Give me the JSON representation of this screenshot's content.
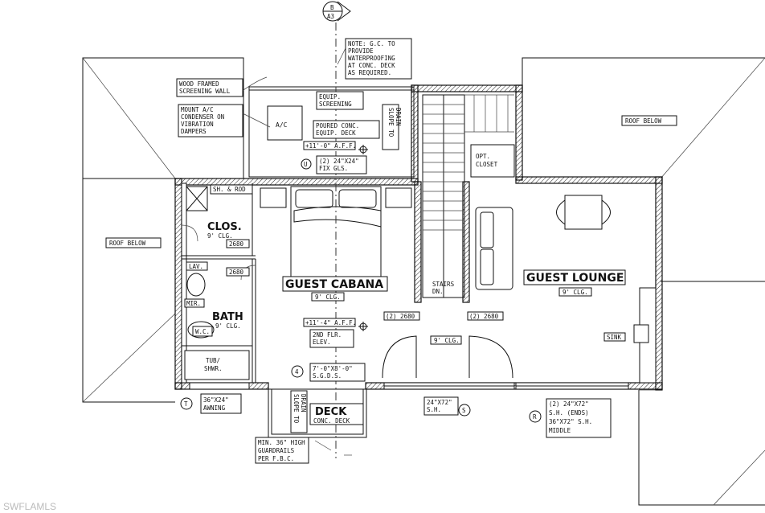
{
  "watermark": "SWFLAMLS",
  "section_marker": {
    "top": "B",
    "bottom": "A3"
  },
  "rooms": {
    "guest_cabana": "GUEST CABANA",
    "guest_cabana_ceiling": "9' CLG.",
    "clos": "CLOS.",
    "clos_ceiling": "9' CLG.",
    "bath": "BATH",
    "bath_ceiling": "9' CLG.",
    "guest_lounge": "GUEST LOUNGE",
    "guest_lounge_ceiling": "9' CLG.",
    "deck": "DECK",
    "deck_sub": "CONC. DECK",
    "stair_ceiling": "9' CLG."
  },
  "notes": {
    "waterproofing": [
      "NOTE: G.C. TO",
      "PROVIDE",
      "WATERPROOFING",
      "AT CONC. DECK",
      "AS REQUIRED."
    ],
    "screening_wall": [
      "WOOD FRAMED",
      "SCREENING WALL"
    ],
    "condenser": [
      "MOUNT A/C",
      "CONDENSER ON",
      "VIBRATION",
      "DAMPERS"
    ],
    "equip_screening": [
      "EQUIP.",
      "SCREENING"
    ],
    "equip_deck": [
      "POURED CONC.",
      "EQUIP. DECK"
    ],
    "slope_top": [
      "SLOPE TO",
      "DRAIN"
    ],
    "aff_top": "+11'-0\" A.F.F.",
    "fix_glass": [
      "(2) 24\"X24\"",
      "FIX GLS."
    ],
    "roof_below_left": "ROOF BELOW",
    "roof_below_right": "ROOF BELOW",
    "opt_closet": [
      "OPT.",
      "CLOSET"
    ],
    "sh_rod": "SH. & ROD",
    "lav": "LAV.",
    "mir": "MIR.",
    "wc": "W.C.",
    "tub": [
      "TUB/",
      "SHWR."
    ],
    "stairs_dn": [
      "STAIRS",
      "DN."
    ],
    "aff_mid": "+11'-4\" A.F.F.",
    "elev": [
      "2ND FLR.",
      "ELEV."
    ],
    "sgds": "7'-0\"X8'-0\"",
    "sgds_2": "S.G.D.S.",
    "sink": "SINK",
    "awning": [
      "36\"X24\"",
      "AWNING"
    ],
    "sh_mid": [
      "24\"X72\"",
      "S.H."
    ],
    "sh_right": [
      "(2) 24\"X72\"",
      "S.H. (ENDS)",
      "36\"X72\" S.H.",
      "MIDDLE"
    ],
    "guardrails": [
      "MIN. 36\" HIGH",
      "GUARDRAILS",
      "PER F.B.C."
    ],
    "slope_bottom": [
      "SLOPE TO",
      "DRAIN"
    ],
    "ac": "A/C"
  },
  "doors": {
    "d1": "2680",
    "d2": "2680",
    "d3": "(2) 2680",
    "d4": "(2) 2680"
  },
  "tags": {
    "fixglass": "U",
    "sgds": "4",
    "awning": "T",
    "sh_mid": "S",
    "sh_right": "R"
  }
}
